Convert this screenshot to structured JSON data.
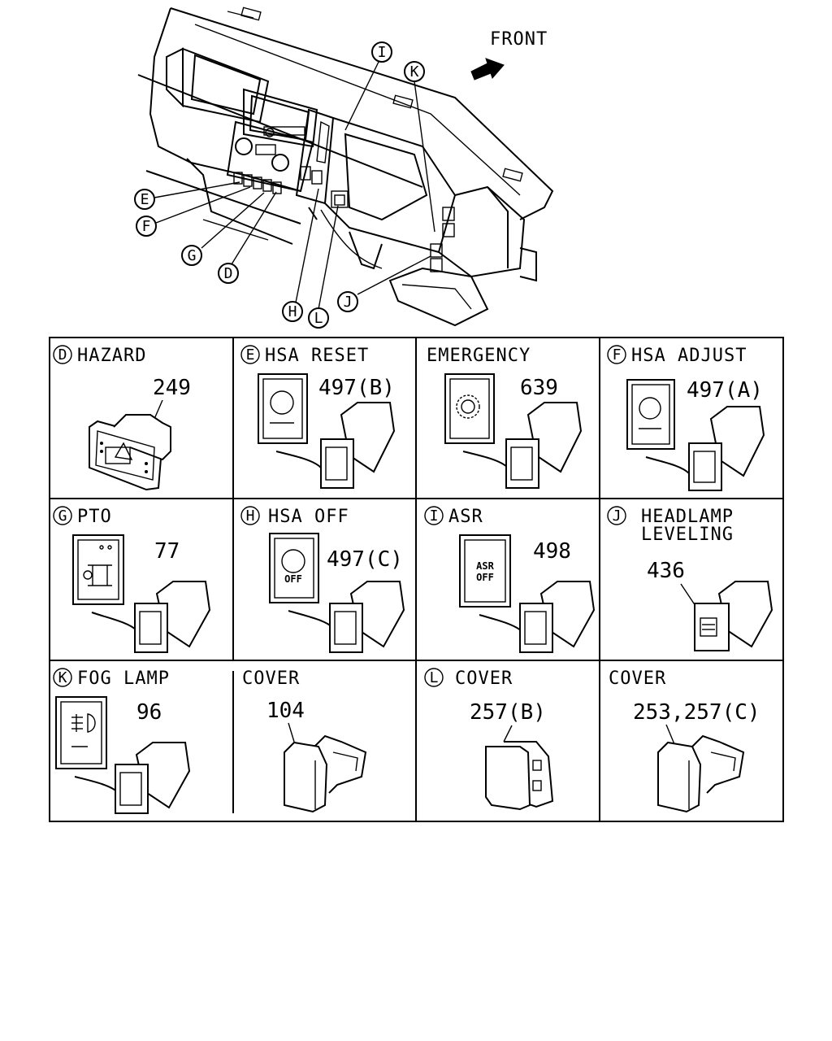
{
  "overview": {
    "front_label": "FRONT",
    "callouts": [
      "I",
      "K",
      "E",
      "F",
      "G",
      "D",
      "H",
      "L",
      "J"
    ]
  },
  "cells": [
    {
      "key": "D",
      "title": "HAZARD",
      "part": "249"
    },
    {
      "key": "E",
      "title": "HSA RESET",
      "part": "497(B)"
    },
    {
      "key": "",
      "title": "EMERGENCY",
      "part": "639"
    },
    {
      "key": "F",
      "title": "HSA ADJUST",
      "part": "497(A)"
    },
    {
      "key": "G",
      "title": "PTO",
      "part": "77"
    },
    {
      "key": "H",
      "title": "HSA OFF",
      "part": "497(C)",
      "icon_text": "OFF"
    },
    {
      "key": "I",
      "title": "ASR",
      "part": "498",
      "icon_text_1": "ASR",
      "icon_text_2": "OFF"
    },
    {
      "key": "J",
      "title_1": "HEADLAMP",
      "title_2": "LEVELING",
      "part": "436"
    },
    {
      "key": "K",
      "title": "FOG LAMP",
      "part": "96"
    },
    {
      "key": "",
      "title": "COVER",
      "part": "104"
    },
    {
      "key": "L",
      "title": "COVER",
      "part": "257(B)"
    },
    {
      "key": "",
      "title": "COVER",
      "part": "253,257(C)"
    }
  ]
}
